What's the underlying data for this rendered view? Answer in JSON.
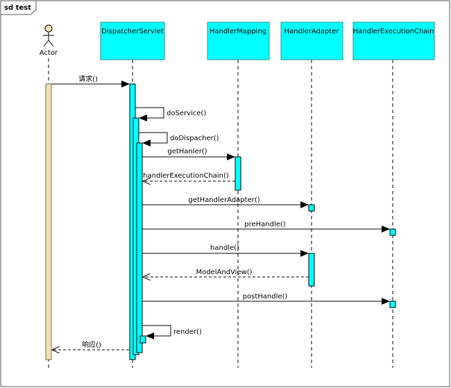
{
  "frame": {
    "title": "sd test"
  },
  "actor": {
    "name": "Actor"
  },
  "lifelines": [
    {
      "name": "DispatcherServlet"
    },
    {
      "name": "HandlerMapping"
    },
    {
      "name": "HandlerAdapter"
    },
    {
      "name": "HandlerExecutionChain"
    }
  ],
  "messages": [
    {
      "label": "请求()"
    },
    {
      "label": "doService()"
    },
    {
      "label": "doDispacher()"
    },
    {
      "label": "getHanler()"
    },
    {
      "label": "handlerExecutionChain()"
    },
    {
      "label": "getHandlerAdapter()"
    },
    {
      "label": "preHandle()"
    },
    {
      "label": "handle()"
    },
    {
      "label": "ModelAndView()"
    },
    {
      "label": "postHandle()"
    },
    {
      "label": "render()"
    },
    {
      "label": "响应()"
    }
  ],
  "colors": {
    "lifeline_fill": "#00ffff",
    "lifeline_stroke": "#2f8f8f",
    "actor_activation": "#f5deb3",
    "frame_stroke": "#555555"
  }
}
